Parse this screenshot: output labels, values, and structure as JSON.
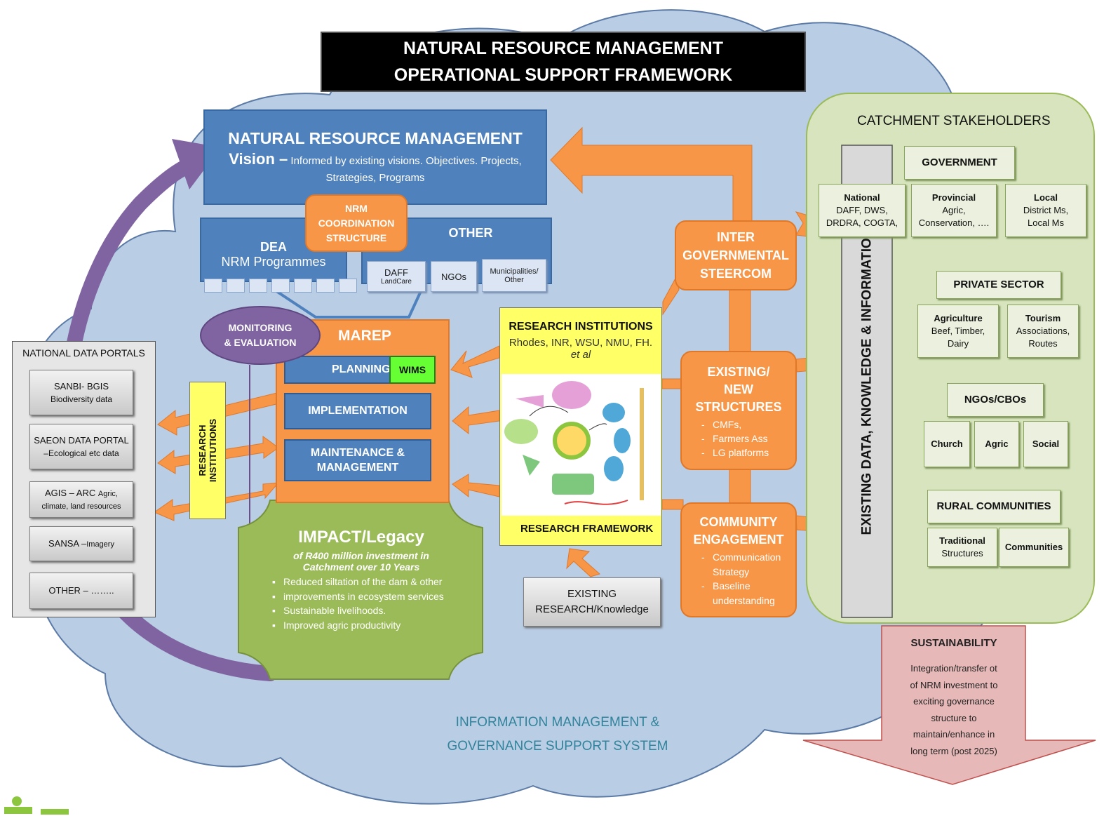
{
  "title": {
    "line1": "NATURAL RESOURCE MANAGEMENT",
    "line2": "OPERATIONAL SUPPORT FRAMEWORK"
  },
  "nrm": {
    "heading": "NATURAL RESOURCE MANAGEMENT",
    "vision_label": "Vision –",
    "vision_text1": "Informed by existing visions. Objectives. Projects,",
    "vision_text2": "Strategies, Programs"
  },
  "coordination": {
    "l1": "NRM",
    "l2": "COORDINATION",
    "l3": "STRUCTURE"
  },
  "dea": {
    "heading": "DEA",
    "sub": "NRM Programmes"
  },
  "other": {
    "heading": "OTHER",
    "daff": "DAFF",
    "daff_sub": "LandCare",
    "ngos": "NGOs",
    "muni1": "Municipalities/",
    "muni2": "Other"
  },
  "monitoring": {
    "l1": "MONITORING",
    "l2": "& EVALUATION"
  },
  "marep": {
    "heading": "MAREP",
    "planning": "PLANNING",
    "wims": "WIMS",
    "implementation": "IMPLEMENTATION",
    "maint1": "MAINTENANCE &",
    "maint2": "MANAGEMENT"
  },
  "impact": {
    "heading": "IMPACT/Legacy",
    "sub1": "of R400 million investment in",
    "sub2": "Catchment over 10 Years",
    "bullets": [
      "Reduced siltation of the dam & other",
      "improvements in ecosystem services",
      "Sustainable livelihoods.",
      "Improved agric productivity"
    ]
  },
  "data_portals": {
    "heading": "NATIONAL DATA PORTALS",
    "sanbi1": "SANBI- BGIS",
    "sanbi2": "Biodiversity data",
    "saeon1": "SAEON DATA PORTAL",
    "saeon2": "–Ecological etc data",
    "agis1a": "AGIS – ARC",
    "agis1b": "Agric,",
    "agis2": "climate, land resources",
    "sansa_a": "SANSA –",
    "sansa_b": "Imagery",
    "other": "OTHER – …….."
  },
  "research_vertical": {
    "l1": "RESEARCH",
    "l2": "INSTITUTIONS"
  },
  "research": {
    "heading": "RESEARCH INSTITUTIONS",
    "names": "Rhodes, INR, WSU, NMU, FH.",
    "etal": "et al",
    "framework": "RESEARCH FRAMEWORK"
  },
  "existing_research": {
    "l1": "EXISTING",
    "l2": "RESEARCH/Knowledge"
  },
  "steercom": {
    "l1": "INTER",
    "l2": "GOVERNMENTAL",
    "l3": "STEERCOM"
  },
  "structures": {
    "l1": "EXISTING/",
    "l2": "NEW",
    "l3": "STRUCTURES",
    "items": [
      "CMFs,",
      "Farmers Ass",
      "LG platforms"
    ]
  },
  "community": {
    "l1": "COMMUNITY",
    "l2": "ENGAGEMENT",
    "items": [
      "Communication Strategy",
      "Baseline understanding"
    ]
  },
  "stakeholders": {
    "heading": "CATCHMENT STAKEHOLDERS",
    "vertical": "EXISTING DATA, KNOWLEDGE & INFORMATION",
    "government": "GOVERNMENT",
    "national1": "National",
    "national2": "DAFF, DWS,",
    "national3": "DRDRA,  COGTA,",
    "provincial1": "Provincial",
    "provincial2": "Agric,",
    "provincial3": "Conservation, ….",
    "local1": "Local",
    "local2": "District Ms,",
    "local3": "Local Ms",
    "private": "PRIVATE SECTOR",
    "agri1": "Agriculture",
    "agri2": "Beef, Timber,",
    "agri3": "Dairy",
    "tour1": "Tourism",
    "tour2": "Associations,",
    "tour3": "Routes",
    "ngos": "NGOs/CBOs",
    "church": "Church",
    "agric": "Agric",
    "social": "Social",
    "rural": "RURAL COMMUNITIES",
    "trad1": "Traditional",
    "trad2": "Structures",
    "communities": "Communities"
  },
  "sustainability": {
    "heading": "SUSTAINABILITY",
    "lines": [
      "Integration/transfer ot",
      "of NRM investment to",
      "exciting governance",
      "structure to",
      "maintain/enhance in",
      "long term (post 2025)"
    ]
  },
  "cloud_label": {
    "l1": "INFORMATION MANAGEMENT &",
    "l2": "GOVERNANCE SUPPORT SYSTEM"
  },
  "colors": {
    "cloud": "#b9cde5",
    "nrm_blue": "#4f81bd",
    "orange": "#f79646",
    "green_impact": "#9bbb59",
    "stakeholder_panel": "#d7e4bd",
    "purple": "#8064a2",
    "yellow": "#ffff66",
    "sustainability": "#d99694"
  }
}
